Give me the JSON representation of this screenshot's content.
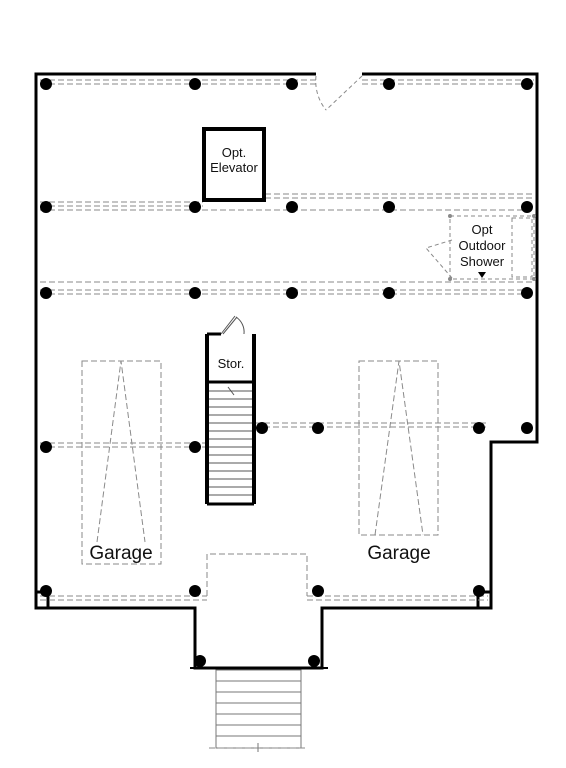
{
  "rooms": {
    "elevator": {
      "line1": "Opt.",
      "line2": "Elevator"
    },
    "shower": {
      "line1": "Opt",
      "line2": "Outdoor",
      "line3": "Shower"
    },
    "storage": {
      "label": "Stor."
    },
    "garage_left": {
      "label": "Garage"
    },
    "garage_right": {
      "label": "Garage"
    }
  },
  "colors": {
    "wall": "#000000",
    "dashed": "#8a8a8a",
    "background": "#ffffff"
  }
}
